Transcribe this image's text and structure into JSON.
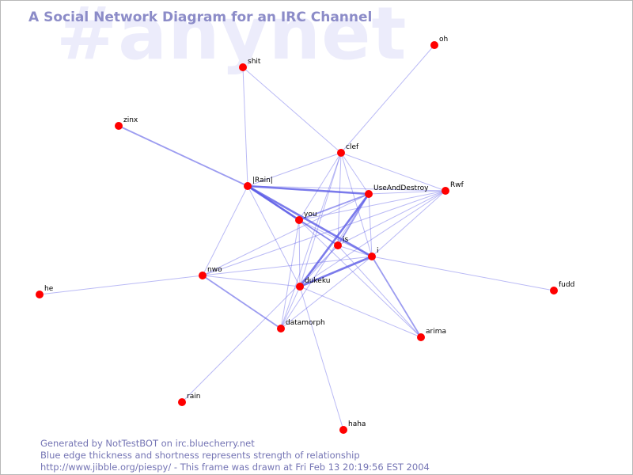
{
  "watermark": "#anynet",
  "title": "A Social Network Diagram for an IRC Channel",
  "footer": {
    "line1": "Generated by NotTestBOT on irc.bluecherry.net",
    "line2": "Blue edge thickness and shortness represents strength of relationship",
    "line3": "http://www.jibble.org/piespy/ - This frame was drawn at Fri Feb 13 20:19:56 EST 2004"
  },
  "colors": {
    "node": "#ff0000",
    "edge": "#5a5ae6",
    "title": "#8c8cc8",
    "watermark": "#ececfb"
  },
  "nodes": [
    {
      "id": "oh",
      "label": "oh"
    },
    {
      "id": "shit",
      "label": "shit"
    },
    {
      "id": "zinx",
      "label": "zinx"
    },
    {
      "id": "clef",
      "label": "clef"
    },
    {
      "id": "rain_pipe",
      "label": "|Rain|"
    },
    {
      "id": "useanddestroy",
      "label": "UseAndDestroy"
    },
    {
      "id": "rwf",
      "label": "Rwf"
    },
    {
      "id": "you",
      "label": "you"
    },
    {
      "id": "is",
      "label": "is"
    },
    {
      "id": "i",
      "label": "i"
    },
    {
      "id": "nwo",
      "label": "nwo"
    },
    {
      "id": "dukeku",
      "label": "dukeku"
    },
    {
      "id": "he",
      "label": "he"
    },
    {
      "id": "fudd",
      "label": "fudd"
    },
    {
      "id": "datamorph",
      "label": "datamorph"
    },
    {
      "id": "arima",
      "label": "arima"
    },
    {
      "id": "rain",
      "label": "rain"
    },
    {
      "id": "haha",
      "label": "haha"
    }
  ],
  "edges": [
    {
      "from": "oh",
      "to": "clef",
      "w": 1
    },
    {
      "from": "shit",
      "to": "rain_pipe",
      "w": 1
    },
    {
      "from": "shit",
      "to": "clef",
      "w": 1
    },
    {
      "from": "zinx",
      "to": "rain_pipe",
      "w": 2
    },
    {
      "from": "rain_pipe",
      "to": "clef",
      "w": 1
    },
    {
      "from": "rain_pipe",
      "to": "useanddestroy",
      "w": 3
    },
    {
      "from": "rain_pipe",
      "to": "you",
      "w": 3
    },
    {
      "from": "rain_pipe",
      "to": "is",
      "w": 2
    },
    {
      "from": "rain_pipe",
      "to": "i",
      "w": 3
    },
    {
      "from": "rain_pipe",
      "to": "dukeku",
      "w": 1
    },
    {
      "from": "rain_pipe",
      "to": "nwo",
      "w": 1
    },
    {
      "from": "rain_pipe",
      "to": "rwf",
      "w": 1
    },
    {
      "from": "clef",
      "to": "useanddestroy",
      "w": 1
    },
    {
      "from": "clef",
      "to": "rwf",
      "w": 1
    },
    {
      "from": "clef",
      "to": "you",
      "w": 1
    },
    {
      "from": "clef",
      "to": "is",
      "w": 1
    },
    {
      "from": "clef",
      "to": "i",
      "w": 1
    },
    {
      "from": "clef",
      "to": "dukeku",
      "w": 1
    },
    {
      "from": "clef",
      "to": "datamorph",
      "w": 1
    },
    {
      "from": "useanddestroy",
      "to": "rwf",
      "w": 1
    },
    {
      "from": "useanddestroy",
      "to": "you",
      "w": 2
    },
    {
      "from": "useanddestroy",
      "to": "is",
      "w": 2
    },
    {
      "from": "useanddestroy",
      "to": "i",
      "w": 1
    },
    {
      "from": "useanddestroy",
      "to": "dukeku",
      "w": 3
    },
    {
      "from": "useanddestroy",
      "to": "datamorph",
      "w": 1
    },
    {
      "from": "useanddestroy",
      "to": "nwo",
      "w": 1
    },
    {
      "from": "rwf",
      "to": "you",
      "w": 1
    },
    {
      "from": "rwf",
      "to": "is",
      "w": 1
    },
    {
      "from": "rwf",
      "to": "i",
      "w": 1
    },
    {
      "from": "rwf",
      "to": "dukeku",
      "w": 1
    },
    {
      "from": "rwf",
      "to": "nwo",
      "w": 1
    },
    {
      "from": "you",
      "to": "is",
      "w": 1
    },
    {
      "from": "you",
      "to": "i",
      "w": 1
    },
    {
      "from": "you",
      "to": "dukeku",
      "w": 1
    },
    {
      "from": "you",
      "to": "datamorph",
      "w": 1
    },
    {
      "from": "you",
      "to": "arima",
      "w": 1
    },
    {
      "from": "is",
      "to": "i",
      "w": 1
    },
    {
      "from": "is",
      "to": "dukeku",
      "w": 1
    },
    {
      "from": "is",
      "to": "arima",
      "w": 1
    },
    {
      "from": "is",
      "to": "rain",
      "w": 1
    },
    {
      "from": "i",
      "to": "dukeku",
      "w": 3
    },
    {
      "from": "i",
      "to": "nwo",
      "w": 1
    },
    {
      "from": "i",
      "to": "fudd",
      "w": 1
    },
    {
      "from": "i",
      "to": "arima",
      "w": 2
    },
    {
      "from": "i",
      "to": "datamorph",
      "w": 1
    },
    {
      "from": "dukeku",
      "to": "nwo",
      "w": 1
    },
    {
      "from": "dukeku",
      "to": "datamorph",
      "w": 1
    },
    {
      "from": "dukeku",
      "to": "arima",
      "w": 1
    },
    {
      "from": "dukeku",
      "to": "haha",
      "w": 1
    },
    {
      "from": "nwo",
      "to": "he",
      "w": 1
    },
    {
      "from": "nwo",
      "to": "datamorph",
      "w": 2
    }
  ]
}
